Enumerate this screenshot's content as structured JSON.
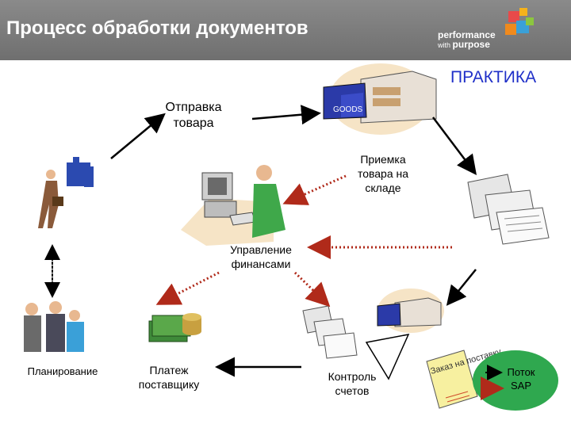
{
  "header": {
    "title": "Процесс обработки документов",
    "logo_line1": "performance",
    "logo_line2_prefix": "with",
    "logo_line2_main": "purpose"
  },
  "badge": "ПРАКТИКА",
  "nodes": {
    "shipping": "Отправка товара",
    "receiving": "Приемка товара на складе",
    "finance": "Управление финансами",
    "planning": "Планирование",
    "payment": "Платеж поставщику",
    "invoice_control": "Контроль счетов"
  },
  "note": {
    "text": "Заказ на поставку"
  },
  "truck_label": "GOODS",
  "legend": {
    "label": "Поток SAP"
  },
  "colors": {
    "header_bg": "#7a7a7a",
    "accent_blue": "#1f2fc8",
    "sap_arrow": "#c0392b",
    "legend_fill": "#2fa84f",
    "truck_blue": "#2b3aa8"
  }
}
